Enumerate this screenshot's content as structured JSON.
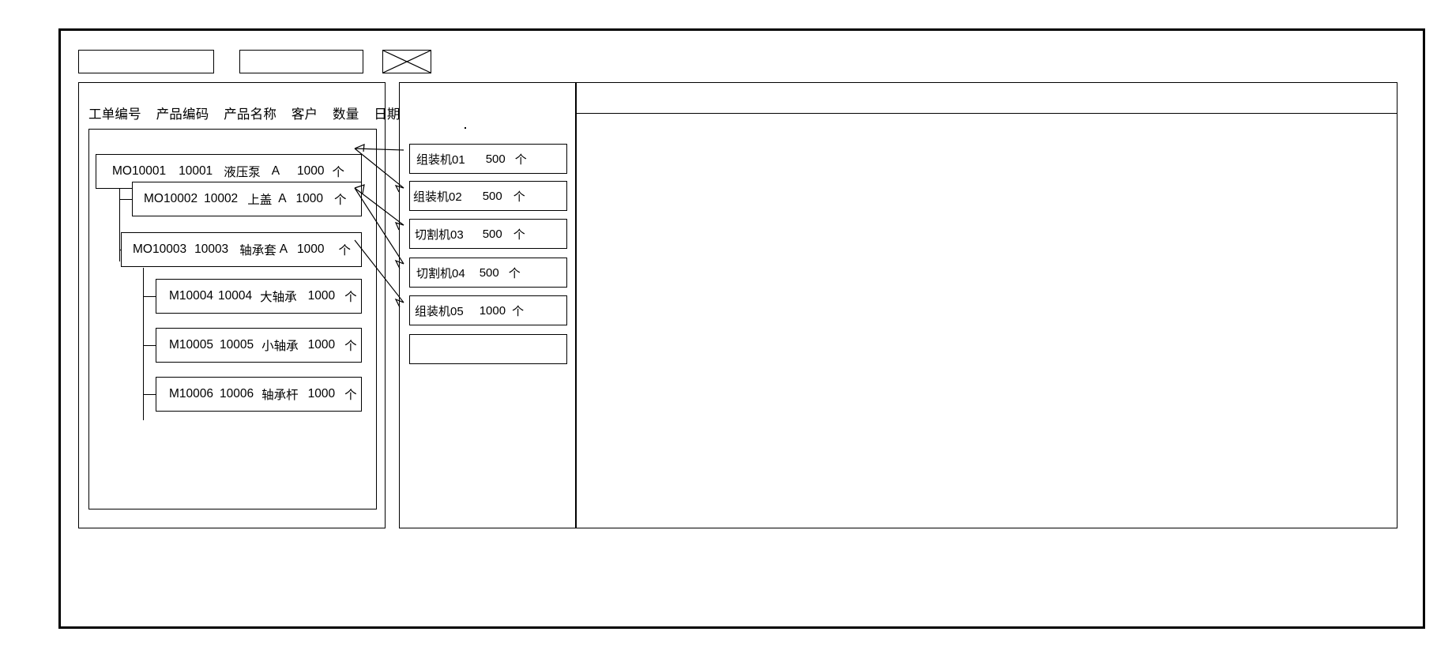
{
  "window": {
    "title": "工单编号"
  },
  "toolbar": {
    "field_1_value": "",
    "field_1_placeholder": "",
    "field_2_value": "",
    "field_2_placeholder": "",
    "close_icon": "close-x-icon"
  },
  "left_panel": {
    "columns": [
      {
        "label": "工单编号"
      },
      {
        "label": "产品编码"
      },
      {
        "label": "产品名称"
      },
      {
        "label": "客户"
      },
      {
        "label": "数量"
      },
      {
        "label": "日期"
      }
    ],
    "rows": [
      {
        "order_no": "MO10001",
        "product_code": "10001",
        "product_name": "液压泵",
        "customer": "A",
        "quantity": "1000",
        "unit": "个",
        "level": 0
      },
      {
        "order_no": "MO10002",
        "product_code": "10002",
        "product_name": "上盖",
        "customer": "A",
        "quantity": "1000",
        "unit": "个",
        "level": 1
      },
      {
        "order_no": "MO10003",
        "product_code": "10003",
        "product_name": "轴承套",
        "customer": "A",
        "quantity": "1000",
        "unit": "个",
        "level": 1
      },
      {
        "order_no": "M10004",
        "product_code": "10004",
        "product_name": "大轴承",
        "customer": "",
        "quantity": "1000",
        "unit": "个",
        "level": 2
      },
      {
        "order_no": "M10005",
        "product_code": "10005",
        "product_name": "小轴承",
        "customer": "",
        "quantity": "1000",
        "unit": "个",
        "level": 2
      },
      {
        "order_no": "M10006",
        "product_code": "10006",
        "product_name": "轴承杆",
        "customer": "",
        "quantity": "1000",
        "unit": "个",
        "level": 2
      }
    ]
  },
  "middle_panel": {
    "cards": [
      {
        "machine": "组装机01",
        "quantity": "500",
        "unit": "个"
      },
      {
        "machine": "组装机02",
        "quantity": "500",
        "unit": "个"
      },
      {
        "machine": "切割机03",
        "quantity": "500",
        "unit": "个"
      },
      {
        "machine": "切割机04",
        "quantity": "500",
        "unit": "个"
      },
      {
        "machine": "组装机05",
        "quantity": "1000",
        "unit": "个"
      },
      {
        "machine": "",
        "quantity": "",
        "unit": ""
      }
    ]
  },
  "right_panel": {
    "header_label": "",
    "rows": []
  },
  "colors": {
    "stroke": "#000000",
    "background": "#ffffff"
  }
}
